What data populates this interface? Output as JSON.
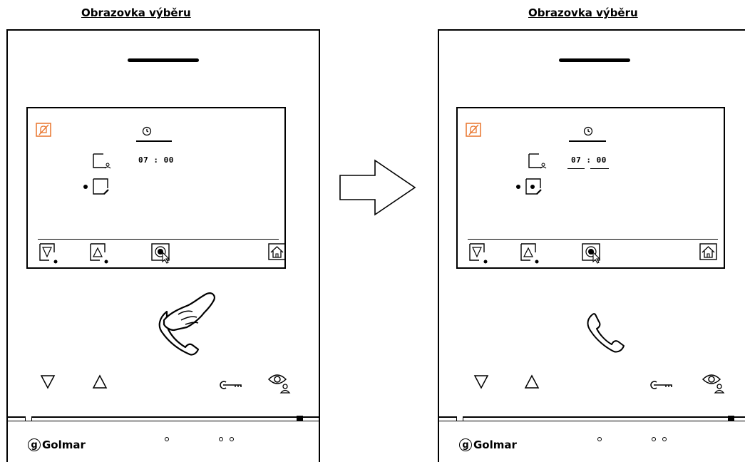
{
  "left": {
    "title": "Obrazovka výběru",
    "time": "07 : 00",
    "time_selected": false,
    "brand": "Golmar"
  },
  "right": {
    "title": "Obrazovka výběru",
    "time": "07 : 00",
    "time_selected": true,
    "brand": "Golmar"
  },
  "icons": {
    "screen": [
      "do-not-disturb-icon",
      "clock-icon",
      "screen-option-icon",
      "edit-option-icon"
    ],
    "softkeys": [
      "down-softkey-icon",
      "up-softkey-icon",
      "confirm-softkey-icon",
      "home-softkey-icon"
    ],
    "hardkeys": [
      "down-arrow-icon",
      "up-arrow-icon",
      "door-key-icon",
      "camera-user-icon"
    ]
  },
  "colors": {
    "dnd_icon": "#e8742c",
    "line": "#000000"
  }
}
